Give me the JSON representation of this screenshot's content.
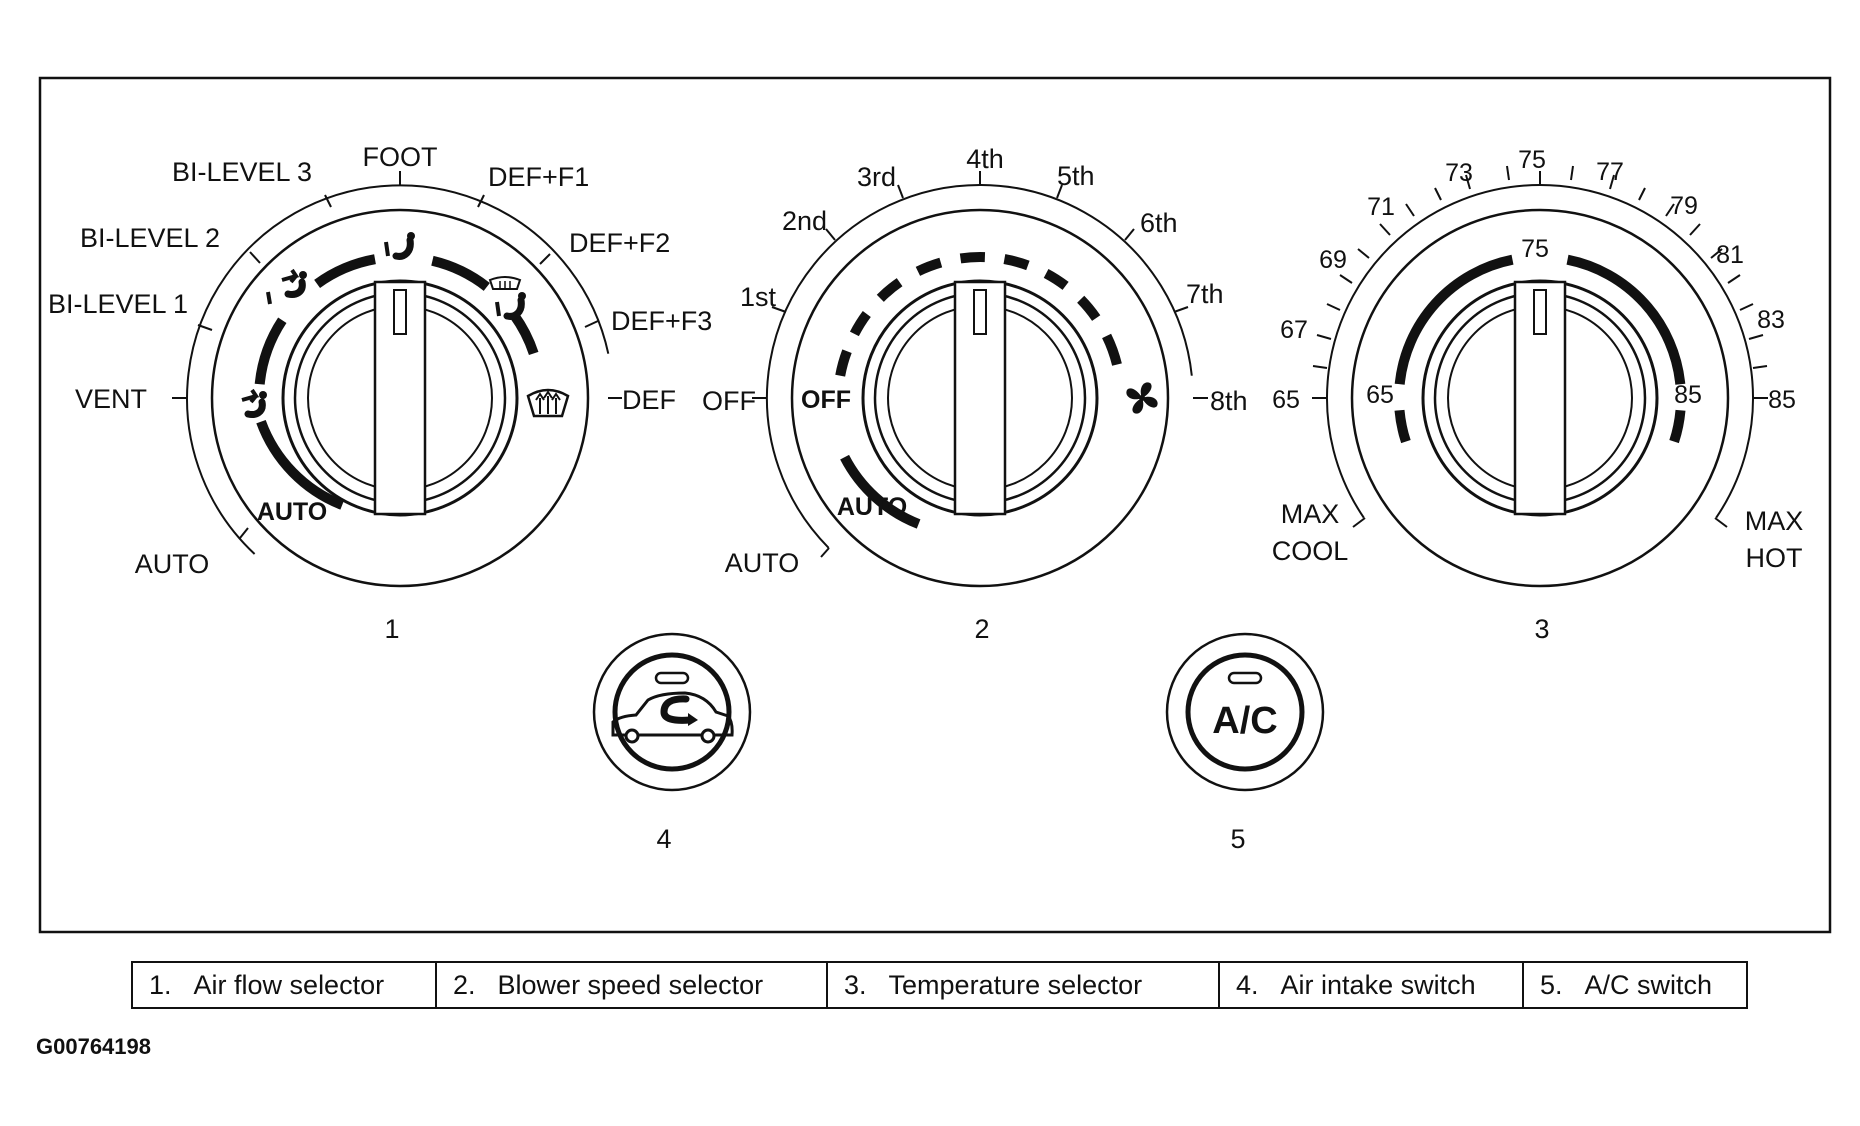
{
  "airflow_knob": {
    "number": "1",
    "labels": [
      "AUTO",
      "VENT",
      "BI-LEVEL 1",
      "BI-LEVEL 2",
      "BI-LEVEL 3",
      "FOOT",
      "DEF+F1",
      "DEF+F2",
      "DEF+F3",
      "DEF"
    ],
    "inner_auto": "AUTO",
    "icons": [
      "vent-icon",
      "bi-level-icon",
      "foot-icon",
      "def-foot-icon",
      "defrost-icon"
    ]
  },
  "blower_knob": {
    "number": "2",
    "labels": [
      "AUTO",
      "OFF",
      "1st",
      "2nd",
      "3rd",
      "4th",
      "5th",
      "6th",
      "7th",
      "8th"
    ],
    "inner_off": "OFF",
    "inner_auto": "AUTO",
    "icons": [
      "fan-icon"
    ]
  },
  "temp_knob": {
    "number": "3",
    "outer_labels": [
      "65",
      "67",
      "69",
      "71",
      "73",
      "75",
      "77",
      "79",
      "81",
      "83",
      "85"
    ],
    "inner_labels": [
      "65",
      "75",
      "85"
    ],
    "max_cool": [
      "MAX",
      "COOL"
    ],
    "max_hot": [
      "MAX",
      "HOT"
    ]
  },
  "intake_button": {
    "number": "4",
    "icon": "recirculation-car-icon"
  },
  "ac_button": {
    "number": "5",
    "label": "A/C"
  },
  "legend": [
    {
      "num": "1.",
      "text": "Air flow selector"
    },
    {
      "num": "2.",
      "text": "Blower speed selector"
    },
    {
      "num": "3.",
      "text": "Temperature selector"
    },
    {
      "num": "4.",
      "text": "Air intake switch"
    },
    {
      "num": "5.",
      "text": "A/C switch"
    }
  ],
  "figure_code": "G00764198"
}
